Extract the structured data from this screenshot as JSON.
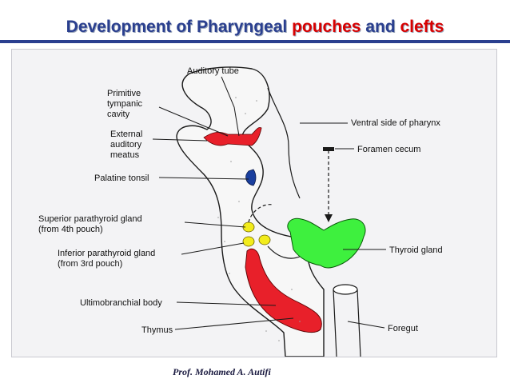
{
  "title": {
    "part1": "Development of Pharyngeal",
    "part2": "pouches",
    "part3": "and",
    "part4": "clefts"
  },
  "colors": {
    "title_blue": "#2a3f8f",
    "title_red": "#d80000",
    "cleft_red": "#e8202a",
    "tonsil_blue": "#1a3f9e",
    "thyroid_green": "#3ef03e",
    "parathyroid_yellow": "#f2ec1c"
  },
  "labels": {
    "auditory_tube": "Auditory tube",
    "primitive_tympanic_l1": "Primitive",
    "primitive_tympanic_l2": "tympanic",
    "primitive_tympanic_l3": "cavity",
    "external_auditory_l1": "External",
    "external_auditory_l2": "auditory",
    "external_auditory_l3": "meatus",
    "palatine_tonsil": "Palatine tonsil",
    "superior_parathyroid_l1": "Superior parathyroid gland",
    "superior_parathyroid_l2": "(from 4th pouch)",
    "inferior_parathyroid_l1": "Inferior parathyroid gland",
    "inferior_parathyroid_l2": "(from 3rd pouch)",
    "ultimobranchial": "Ultimobranchial body",
    "thymus": "Thymus",
    "ventral_side": "Ventral side of pharynx",
    "foramen_cecum": "Foramen cecum",
    "thyroid_gland": "Thyroid gland",
    "foregut": "Foregut"
  },
  "footer": "Prof. Mohamed A. Autifi"
}
